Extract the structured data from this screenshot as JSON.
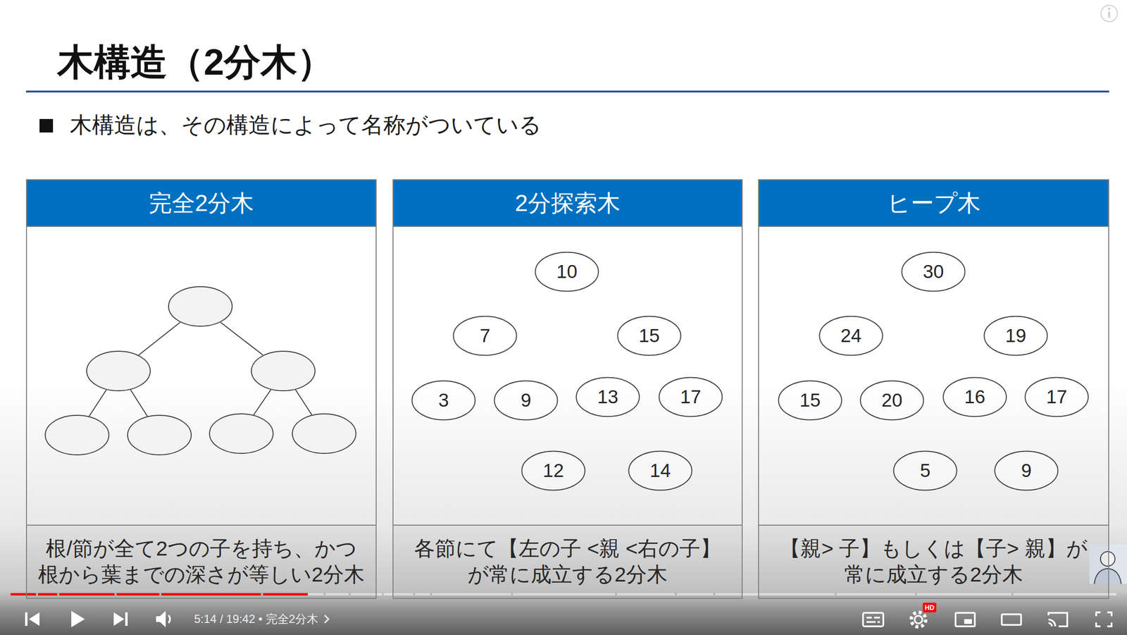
{
  "diagram": {
    "title": "木構造（2分木）",
    "nodes": [
      {
        "text": [
          "完全2分木",
          "根/節が全て2つの子を持ち、かつ 根から葉までの深さが等しい2分木"
        ]
      },
      {
        "text": [
          "2分探索木",
          "各節にて【左の子 <親 <右の子】 が常に成立する2分木"
        ]
      },
      {
        "text": [
          "10"
        ],
        "in": 1
      },
      {
        "text": [
          "7"
        ],
        "in": 1
      },
      {
        "text": [
          "15"
        ],
        "in": 1
      },
      {
        "text": [
          "3"
        ],
        "in": 1
      },
      {
        "text": [
          "9"
        ],
        "in": 1
      },
      {
        "text": [
          "13"
        ],
        "in": 1
      },
      {
        "text": [
          "17"
        ],
        "in": 1
      },
      {
        "text": [
          "12"
        ],
        "in": 1
      },
      {
        "text": [
          "14"
        ],
        "in": 1
      },
      {
        "text": [
          "ヒープ木",
          "【親> 子】もしくは【子> 親】が 常に成立する2分木"
        ]
      },
      {
        "text": [
          "30"
        ],
        "in": 11
      },
      {
        "text": [
          "24"
        ],
        "in": 11
      },
      {
        "text": [
          "19"
        ],
        "in": 11
      },
      {
        "text": [
          "15"
        ],
        "in": 11
      },
      {
        "text": [
          "20"
        ],
        "in": 11
      },
      {
        "text": [
          "16"
        ],
        "in": 11
      },
      {
        "text": [
          "17"
        ],
        "in": 11
      },
      {
        "text": [
          "5"
        ],
        "in": 11
      },
      {
        "text": [
          "9"
        ],
        "in": 11
      }
    ],
    "edges": [
      {
        "from": 2,
        "to": 3,
        "arrow": "none"
      },
      {
        "from": 2,
        "to": 4,
        "arrow": "none"
      },
      {
        "from": 3,
        "to": 5,
        "arrow": "none"
      },
      {
        "from": 3,
        "to": 6,
        "arrow": "none"
      },
      {
        "from": 4,
        "to": 7,
        "arrow": "none"
      },
      {
        "from": 4,
        "to": 8,
        "arrow": "none"
      },
      {
        "from": 7,
        "to": 9,
        "arrow": "none"
      },
      {
        "from": 7,
        "to": 10,
        "arrow": "none"
      },
      {
        "from": 12,
        "to": 13,
        "arrow": "none"
      },
      {
        "from": 12,
        "to": 14,
        "arrow": "none"
      },
      {
        "from": 13,
        "to": 15,
        "arrow": "none"
      },
      {
        "from": 13,
        "to": 16,
        "arrow": "none"
      },
      {
        "from": 14,
        "to": 17,
        "arrow": "none"
      },
      {
        "from": 14,
        "to": 18,
        "arrow": "none"
      },
      {
        "from": 17,
        "to": 19,
        "arrow": "none"
      },
      {
        "from": 17,
        "to": 20,
        "arrow": "none"
      }
    ],
    "labels": [
      "木構造は、その構造によって名称がついている",
      "5:14 / 19:42 • 完全2分木",
      "HD"
    ]
  }
}
